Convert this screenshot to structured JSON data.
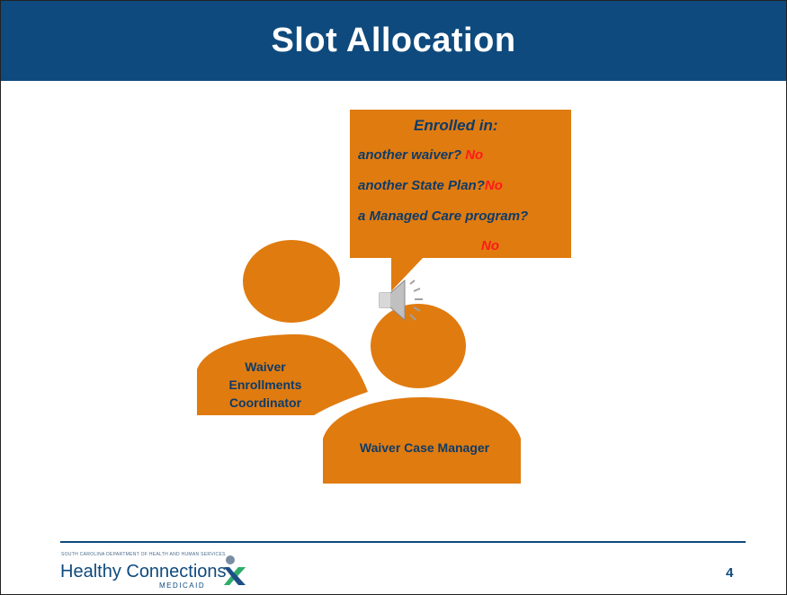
{
  "slide": {
    "title": "Slot Allocation",
    "page_number": "4"
  },
  "callout": {
    "heading": "Enrolled in:",
    "items": [
      {
        "question": "another waiver?",
        "answer": "No"
      },
      {
        "question": "another State Plan?",
        "answer": "No"
      },
      {
        "question": "a Managed Care program?",
        "answer": "No"
      }
    ]
  },
  "people": {
    "coordinator_label_lines": [
      "Waiver",
      "Enrollments",
      "Coordinator"
    ],
    "case_manager_label": "Waiver Case Manager"
  },
  "footer": {
    "agency_text": "SOUTH CAROLINA DEPARTMENT OF HEALTH AND HUMAN SERVICES",
    "brand": "Healthy Connections",
    "brand_sub": "MEDICAID"
  },
  "icons": {
    "speaker": "speaker-audio-icon",
    "logo": "healthy-connections-logo-icon"
  },
  "colors": {
    "title_bar": "#0e4a7d",
    "orange": "#e07b10",
    "navy_text": "#0e3b68",
    "answer_red": "#ff1a1a"
  }
}
